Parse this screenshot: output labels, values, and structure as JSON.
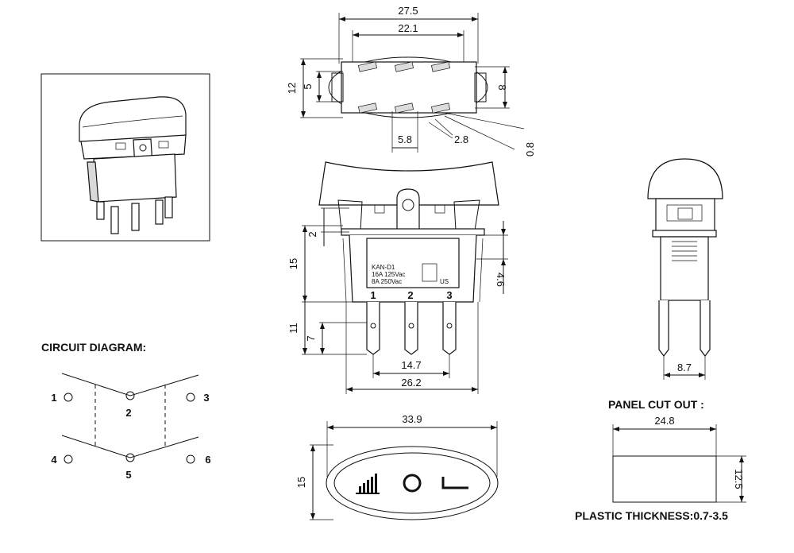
{
  "dimensions": {
    "top_width_outer": "27.5",
    "top_width_inner": "22.1",
    "top_height_outer": "12",
    "top_height_inner": "5",
    "top_height_right": "8",
    "terminal_spacing": "5.8",
    "terminal_width": "2.8",
    "terminal_thickness": "0.8",
    "front_offset": "2",
    "front_body_height": "15",
    "front_terminal_length": "11",
    "front_terminal_hole": "7",
    "front_flange": "4.6",
    "front_pin_span": "14.7",
    "front_total_width": "26.2",
    "side_width": "8.7",
    "cap_width": "33.9",
    "cap_height": "15",
    "cutout_width": "24.8",
    "cutout_height": "12.5"
  },
  "labels": {
    "circuit_title": "CIRCUIT DIAGRAM:",
    "panel_title": "PANEL  CUT OUT :",
    "plastic_thickness": "PLASTIC THICKNESS:0.7-3.5"
  },
  "switch_marking": {
    "model": "KAN-D1",
    "rating1": "16A 125Vac",
    "rating2": "8A 250Vac",
    "cert": "US"
  },
  "pins": {
    "front": [
      "1",
      "2",
      "3"
    ],
    "circuit": [
      "1",
      "2",
      "3",
      "4",
      "5",
      "6"
    ]
  }
}
